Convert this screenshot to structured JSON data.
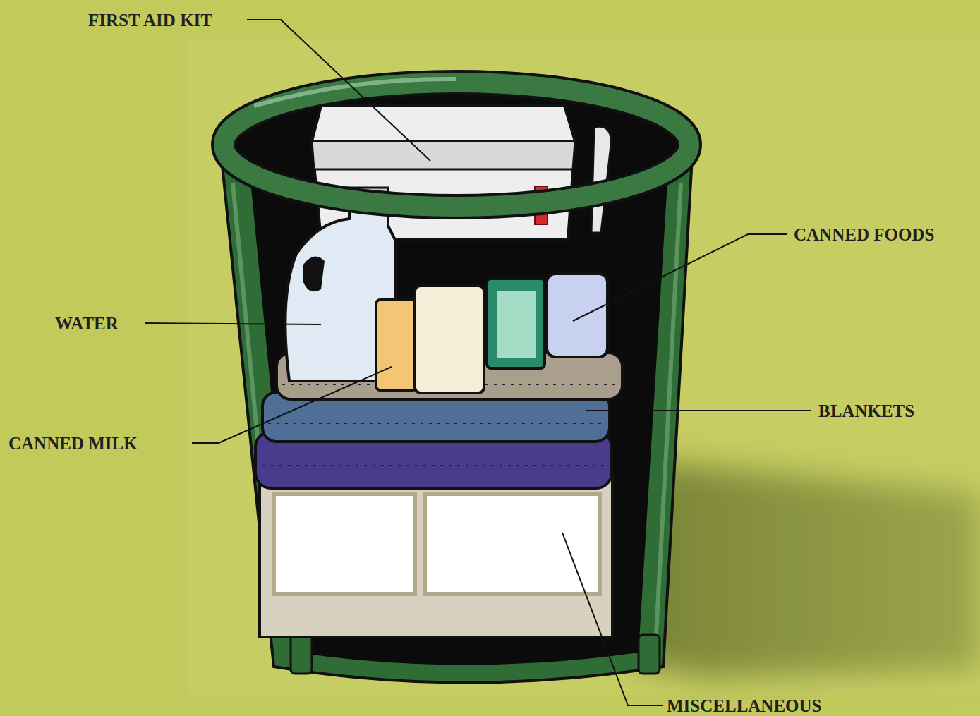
{
  "diagram": {
    "labels": [
      "FIRST AID KIT",
      "CANNED FOODS",
      "WATER",
      "BLANKETS",
      "CANNED MILK",
      "MISCELLANEOUS"
    ]
  }
}
